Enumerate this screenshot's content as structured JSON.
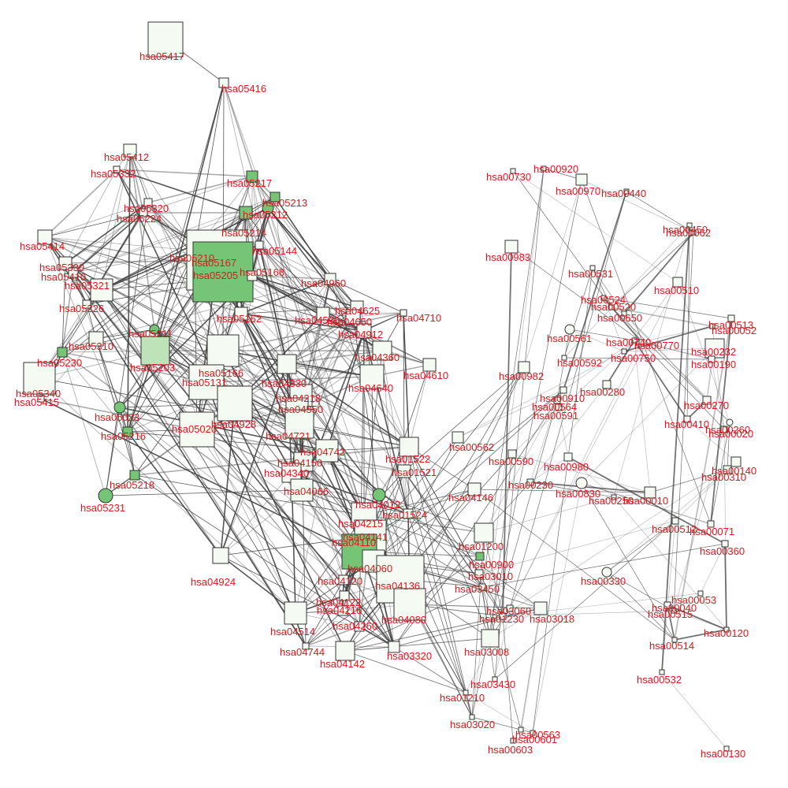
{
  "colors": {
    "label": "#e8141c",
    "edge": "#444444",
    "node_stroke": "#333333",
    "node_light": "#f5fbf3",
    "node_mid": "#bfe3b8",
    "node_green": "#76c577"
  },
  "nodes": [
    {
      "id": "hsa05417",
      "shape": "square",
      "fill": "light"
    },
    {
      "id": "hsa05416",
      "shape": "square",
      "fill": "light"
    },
    {
      "id": "hsa05412",
      "shape": "square",
      "fill": "light"
    },
    {
      "id": "hsa05332",
      "shape": "square",
      "fill": "light"
    },
    {
      "id": "hsa05217",
      "shape": "square",
      "fill": "green"
    },
    {
      "id": "hsa05213",
      "shape": "square",
      "fill": "green"
    },
    {
      "id": "hsa05212",
      "shape": "circle",
      "fill": "green"
    },
    {
      "id": "hsa05320",
      "shape": "square",
      "fill": "light"
    },
    {
      "id": "hsa05224",
      "shape": "square",
      "fill": "light"
    },
    {
      "id": "hsa05214",
      "shape": "square",
      "fill": "green"
    },
    {
      "id": "hsa05414",
      "shape": "square",
      "fill": "light"
    },
    {
      "id": "hsa05144",
      "shape": "square",
      "fill": "light"
    },
    {
      "id": "hsa05210",
      "shape": "circle",
      "fill": "green"
    },
    {
      "id": "hsa05330",
      "shape": "square",
      "fill": "light"
    },
    {
      "id": "hsa05410",
      "shape": "square",
      "fill": "light"
    },
    {
      "id": "hsa05321",
      "shape": "square",
      "fill": "light"
    },
    {
      "id": "hsa05167",
      "shape": "square",
      "fill": "light"
    },
    {
      "id": "hsa05205",
      "shape": "square",
      "fill": "green"
    },
    {
      "id": "hsa05168",
      "shape": "square",
      "fill": "light"
    },
    {
      "id": "hsa04960",
      "shape": "square",
      "fill": "light"
    },
    {
      "id": "hsa04520",
      "shape": "square",
      "fill": "light"
    },
    {
      "id": "hsa05226",
      "shape": "square",
      "fill": "light"
    },
    {
      "id": "hsa04625",
      "shape": "square",
      "fill": "light"
    },
    {
      "id": "hsa05162",
      "shape": "square",
      "fill": "light"
    },
    {
      "id": "hsa04650",
      "shape": "square",
      "fill": "light"
    },
    {
      "id": "hsa04710",
      "shape": "square",
      "fill": "light"
    },
    {
      "id": "hsa04912",
      "shape": "square",
      "fill": "light"
    },
    {
      "id": "hsa05211",
      "shape": "circle",
      "fill": "green"
    },
    {
      "id": "hsa05310",
      "shape": "square",
      "fill": "light"
    },
    {
      "id": "hsa05230",
      "shape": "square",
      "fill": "green"
    },
    {
      "id": "hsa05203",
      "shape": "square",
      "fill": "mid"
    },
    {
      "id": "hsa05166",
      "shape": "square",
      "fill": "light"
    },
    {
      "id": "hsa04360",
      "shape": "square",
      "fill": "light"
    },
    {
      "id": "hsa04610",
      "shape": "square",
      "fill": "light"
    },
    {
      "id": "hsa05340",
      "shape": "square",
      "fill": "light"
    },
    {
      "id": "hsa05415",
      "shape": "square",
      "fill": "light"
    },
    {
      "id": "hsa05131",
      "shape": "square",
      "fill": "light"
    },
    {
      "id": "hsa04330",
      "shape": "square",
      "fill": "light"
    },
    {
      "id": "hsa04640",
      "shape": "square",
      "fill": "light"
    },
    {
      "id": "hsa04218",
      "shape": "square",
      "fill": "light"
    },
    {
      "id": "hsa05023",
      "shape": "circle",
      "fill": "green"
    },
    {
      "id": "hsa04928",
      "shape": "square",
      "fill": "light"
    },
    {
      "id": "hsa04550",
      "shape": "square",
      "fill": "light"
    },
    {
      "id": "hsa05020",
      "shape": "square",
      "fill": "light"
    },
    {
      "id": "hsa05216",
      "shape": "square",
      "fill": "green"
    },
    {
      "id": "hsa04721",
      "shape": "square",
      "fill": "light"
    },
    {
      "id": "hsa01522",
      "shape": "square",
      "fill": "light"
    },
    {
      "id": "hsa04742",
      "shape": "square",
      "fill": "light"
    },
    {
      "id": "hsa01521",
      "shape": "square",
      "fill": "light"
    },
    {
      "id": "hsa04150",
      "shape": "square",
      "fill": "light"
    },
    {
      "id": "hsa04340",
      "shape": "square",
      "fill": "light"
    },
    {
      "id": "hsa05218",
      "shape": "square",
      "fill": "green"
    },
    {
      "id": "hsa05231",
      "shape": "circle",
      "fill": "green"
    },
    {
      "id": "hsa04066",
      "shape": "square",
      "fill": "light"
    },
    {
      "id": "hsa04012",
      "shape": "circle",
      "fill": "green"
    },
    {
      "id": "hsa01524",
      "shape": "square",
      "fill": "light"
    },
    {
      "id": "hsa04215",
      "shape": "square",
      "fill": "light"
    },
    {
      "id": "hsa04141",
      "shape": "square",
      "fill": "light"
    },
    {
      "id": "hsa04110",
      "shape": "square",
      "fill": "green"
    },
    {
      "id": "hsa04060",
      "shape": "square",
      "fill": "light"
    },
    {
      "id": "hsa04120",
      "shape": "square",
      "fill": "light"
    },
    {
      "id": "hsa04136",
      "shape": "square",
      "fill": "light"
    },
    {
      "id": "hsa04924",
      "shape": "square",
      "fill": "light"
    },
    {
      "id": "hsa04122",
      "shape": "square",
      "fill": "light"
    },
    {
      "id": "hsa04216",
      "shape": "square",
      "fill": "light"
    },
    {
      "id": "hsa04080",
      "shape": "square",
      "fill": "light"
    },
    {
      "id": "hsa04260",
      "shape": "square",
      "fill": "light"
    },
    {
      "id": "hsa04514",
      "shape": "square",
      "fill": "light"
    },
    {
      "id": "hsa04744",
      "shape": "square",
      "fill": "light"
    },
    {
      "id": "hsa04142",
      "shape": "square",
      "fill": "light"
    },
    {
      "id": "hsa03320",
      "shape": "square",
      "fill": "light"
    },
    {
      "id": "hsa04146",
      "shape": "square",
      "fill": "light"
    },
    {
      "id": "hsa00562",
      "shape": "square",
      "fill": "light"
    },
    {
      "id": "hsa01200",
      "shape": "square",
      "fill": "light"
    },
    {
      "id": "hsa00900",
      "shape": "square",
      "fill": "green"
    },
    {
      "id": "hsa03010",
      "shape": "square",
      "fill": "light"
    },
    {
      "id": "hsa03450",
      "shape": "square",
      "fill": "light"
    },
    {
      "id": "hsa03060",
      "shape": "square",
      "fill": "light"
    },
    {
      "id": "hsa01230",
      "shape": "square",
      "fill": "light"
    },
    {
      "id": "hsa03018",
      "shape": "square",
      "fill": "light"
    },
    {
      "id": "hsa03008",
      "shape": "square",
      "fill": "light"
    },
    {
      "id": "hsa03430",
      "shape": "square",
      "fill": "light"
    },
    {
      "id": "hsa01210",
      "shape": "square",
      "fill": "light"
    },
    {
      "id": "hsa03020",
      "shape": "square",
      "fill": "light"
    },
    {
      "id": "hsa00563",
      "shape": "square",
      "fill": "light"
    },
    {
      "id": "hsa00601",
      "shape": "square",
      "fill": "light"
    },
    {
      "id": "hsa00603",
      "shape": "square",
      "fill": "light"
    },
    {
      "id": "hsa00730",
      "shape": "square",
      "fill": "light"
    },
    {
      "id": "hsa00920",
      "shape": "square",
      "fill": "light"
    },
    {
      "id": "hsa00970",
      "shape": "square",
      "fill": "light"
    },
    {
      "id": "hsa00440",
      "shape": "square",
      "fill": "light"
    },
    {
      "id": "hsa00983",
      "shape": "square",
      "fill": "light"
    },
    {
      "id": "hsa00450",
      "shape": "square",
      "fill": "light"
    },
    {
      "id": "hsa00062",
      "shape": "square",
      "fill": "light"
    },
    {
      "id": "hsa00531",
      "shape": "square",
      "fill": "light"
    },
    {
      "id": "hsa00510",
      "shape": "square",
      "fill": "light"
    },
    {
      "id": "hsa00524",
      "shape": "square",
      "fill": "light"
    },
    {
      "id": "hsa00520",
      "shape": "square",
      "fill": "light"
    },
    {
      "id": "hsa00650",
      "shape": "square",
      "fill": "light"
    },
    {
      "id": "hsa00513",
      "shape": "square",
      "fill": "light"
    },
    {
      "id": "hsa00052",
      "shape": "square",
      "fill": "light"
    },
    {
      "id": "hsa00561",
      "shape": "circle",
      "fill": "light"
    },
    {
      "id": "hsa00740",
      "shape": "square",
      "fill": "light"
    },
    {
      "id": "hsa00770",
      "shape": "square",
      "fill": "light"
    },
    {
      "id": "hsa00232",
      "shape": "square",
      "fill": "light"
    },
    {
      "id": "hsa00592",
      "shape": "square",
      "fill": "light"
    },
    {
      "id": "hsa00750",
      "shape": "square",
      "fill": "light"
    },
    {
      "id": "hsa00190",
      "shape": "square",
      "fill": "light"
    },
    {
      "id": "hsa00982",
      "shape": "square",
      "fill": "light"
    },
    {
      "id": "hsa00280",
      "shape": "square",
      "fill": "light"
    },
    {
      "id": "hsa00910",
      "shape": "square",
      "fill": "light"
    },
    {
      "id": "hsa00564",
      "shape": "square",
      "fill": "light"
    },
    {
      "id": "hsa00591",
      "shape": "square",
      "fill": "light"
    },
    {
      "id": "hsa00270",
      "shape": "square",
      "fill": "light"
    },
    {
      "id": "hsa00410",
      "shape": "square",
      "fill": "light"
    },
    {
      "id": "hsa00260",
      "shape": "circle",
      "fill": "light"
    },
    {
      "id": "hsa00020",
      "shape": "square",
      "fill": "light"
    },
    {
      "id": "hsa00140",
      "shape": "square",
      "fill": "light"
    },
    {
      "id": "hsa00310",
      "shape": "square",
      "fill": "light"
    },
    {
      "id": "hsa00590",
      "shape": "square",
      "fill": "light"
    },
    {
      "id": "hsa00980",
      "shape": "square",
      "fill": "light"
    },
    {
      "id": "hsa00230",
      "shape": "square",
      "fill": "light"
    },
    {
      "id": "hsa00830",
      "shape": "circle",
      "fill": "light"
    },
    {
      "id": "hsa00250",
      "shape": "square",
      "fill": "light"
    },
    {
      "id": "hsa00010",
      "shape": "square",
      "fill": "light"
    },
    {
      "id": "hsa00512",
      "shape": "square",
      "fill": "light"
    },
    {
      "id": "hsa00071",
      "shape": "square",
      "fill": "light"
    },
    {
      "id": "hsa00360",
      "shape": "square",
      "fill": "light"
    },
    {
      "id": "hsa00330",
      "shape": "circle",
      "fill": "light"
    },
    {
      "id": "hsa00053",
      "shape": "square",
      "fill": "light"
    },
    {
      "id": "hsa00040",
      "shape": "square",
      "fill": "light"
    },
    {
      "id": "hsa00515",
      "shape": "square",
      "fill": "light"
    },
    {
      "id": "hsa00120",
      "shape": "square",
      "fill": "light"
    },
    {
      "id": "hsa00514",
      "shape": "square",
      "fill": "light"
    },
    {
      "id": "hsa00532",
      "shape": "square",
      "fill": "light"
    },
    {
      "id": "hsa00130",
      "shape": "square",
      "fill": "light"
    }
  ]
}
